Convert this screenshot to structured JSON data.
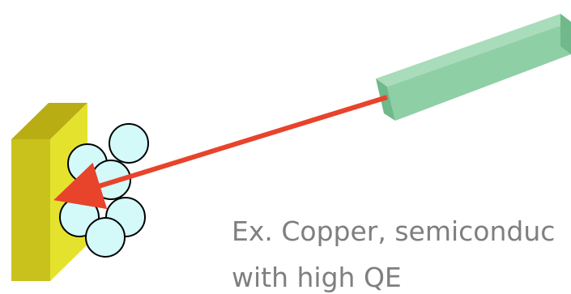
{
  "caption": {
    "line1": "Ex. Copper, semiconduc",
    "line2": "with high QE"
  },
  "colors": {
    "plate_front": "#e5e22e",
    "plate_side": "#c9c21c",
    "plate_top": "#b8ae14",
    "beam_front": "#8fcfa5",
    "beam_top": "#a9dcba",
    "beam_end": "#6fb98a",
    "arrow": "#e8432b",
    "atom_fill": "#d3f9f9",
    "atom_stroke": "#000000",
    "caption_text": "#7f7f7f"
  },
  "icons": {
    "cathode": "cathode-plate",
    "laser": "laser-beam-block",
    "arrow": "photon-arrow",
    "atoms": "atom-circle"
  }
}
